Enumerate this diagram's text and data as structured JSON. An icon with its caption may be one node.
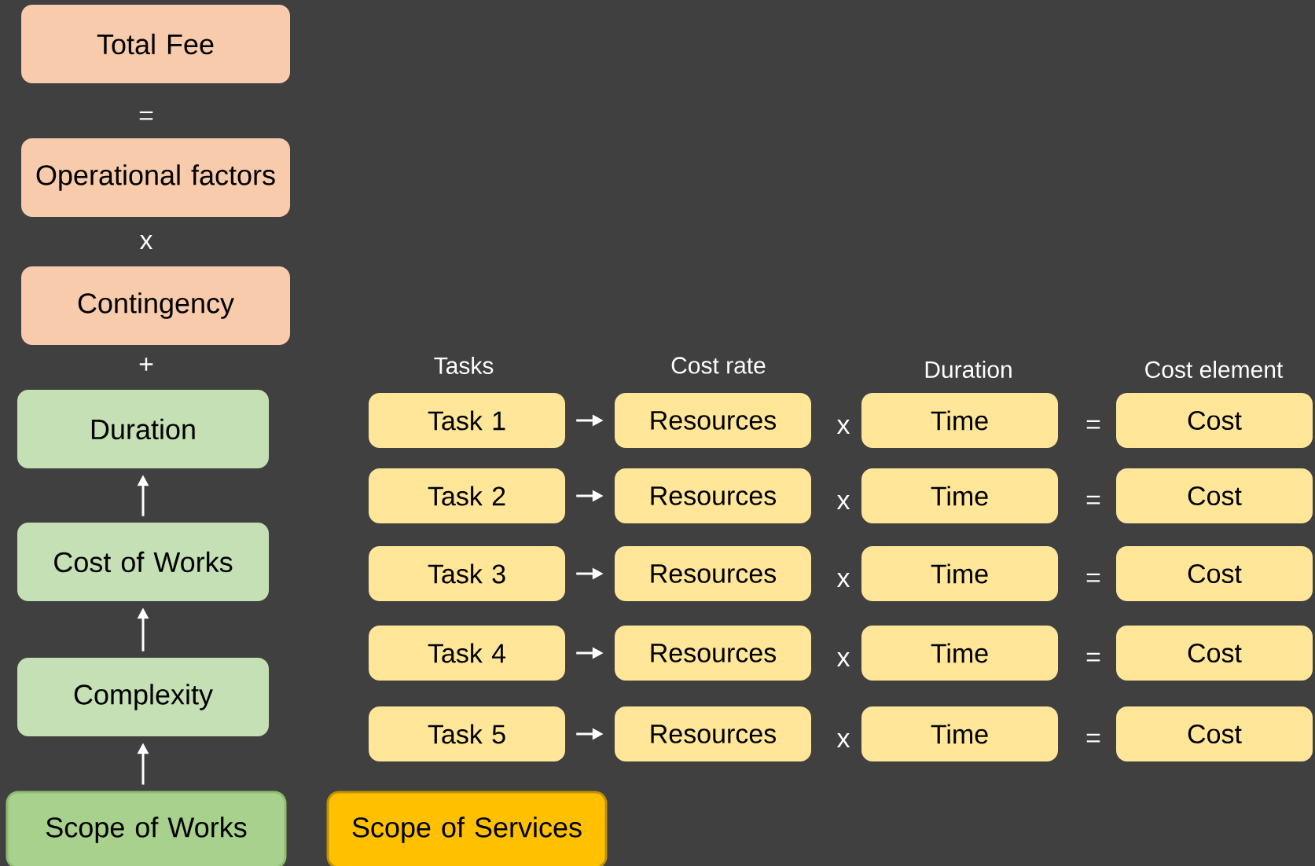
{
  "diagram": {
    "nodes": [
      {
        "text": [
          "Total Fee"
        ]
      },
      {
        "text": [
          "Operational factors"
        ]
      },
      {
        "text": [
          "Contingency"
        ]
      },
      {
        "text": [
          "Duration"
        ]
      },
      {
        "text": [
          "Cost of Works"
        ]
      },
      {
        "text": [
          "Complexity"
        ]
      },
      {
        "text": [
          "Scope of Works"
        ]
      },
      {
        "text": [
          "Task 1"
        ]
      },
      {
        "text": [
          "Resources"
        ]
      },
      {
        "text": [
          "Time"
        ]
      },
      {
        "text": [
          "Cost"
        ]
      },
      {
        "text": [
          "Task 2"
        ]
      },
      {
        "text": [
          "Resources"
        ]
      },
      {
        "text": [
          "Time"
        ]
      },
      {
        "text": [
          "Cost"
        ]
      },
      {
        "text": [
          "Task 3"
        ]
      },
      {
        "text": [
          "Resources"
        ]
      },
      {
        "text": [
          "Time"
        ]
      },
      {
        "text": [
          "Cost"
        ]
      },
      {
        "text": [
          "Task 4"
        ]
      },
      {
        "text": [
          "Resources"
        ]
      },
      {
        "text": [
          "Time"
        ]
      },
      {
        "text": [
          "Cost"
        ]
      },
      {
        "text": [
          "Task 5"
        ]
      },
      {
        "text": [
          "Resources"
        ]
      },
      {
        "text": [
          "Time"
        ]
      },
      {
        "text": [
          "Cost"
        ]
      },
      {
        "text": [
          "Scope of Services"
        ]
      }
    ],
    "edges": [
      {
        "from": 6,
        "to": 5,
        "arrow": "to"
      },
      {
        "from": 5,
        "to": 4,
        "arrow": "to"
      },
      {
        "from": 4,
        "to": 3,
        "arrow": "to"
      },
      {
        "from": 7,
        "to": 8,
        "arrow": "to"
      },
      {
        "from": 11,
        "to": 12,
        "arrow": "to"
      },
      {
        "from": 15,
        "to": 16,
        "arrow": "to"
      },
      {
        "from": 19,
        "to": 20,
        "arrow": "to"
      },
      {
        "from": 23,
        "to": 24,
        "arrow": "to"
      }
    ],
    "labels": [
      "=",
      "x",
      "+",
      "Tasks",
      "Cost rate",
      "Duration",
      "Cost element",
      "x",
      "=",
      "x",
      "=",
      "x",
      "=",
      "x",
      "=",
      "x",
      "="
    ]
  }
}
